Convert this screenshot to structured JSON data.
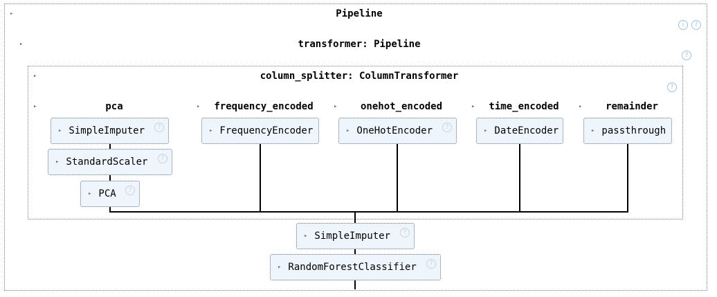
{
  "pipeline": {
    "title": "Pipeline",
    "info_glyph": "i",
    "help_glyph": "?"
  },
  "transformer": {
    "title": "transformer: Pipeline",
    "help_glyph": "?"
  },
  "column_splitter": {
    "title": "column_splitter: ColumnTransformer",
    "help_glyph": "?"
  },
  "branches": [
    {
      "name": "pca",
      "steps": [
        "SimpleImputer",
        "StandardScaler",
        "PCA"
      ]
    },
    {
      "name": "frequency_encoded",
      "steps": [
        "FrequencyEncoder"
      ]
    },
    {
      "name": "onehot_encoded",
      "steps": [
        "OneHotEncoder"
      ]
    },
    {
      "name": "time_encoded",
      "steps": [
        "DateEncoder"
      ]
    },
    {
      "name": "remainder",
      "steps": [
        "passthrough"
      ]
    }
  ],
  "post_steps": [
    "SimpleImputer",
    "RandomForestClassifier"
  ],
  "glyphs": {
    "expand": "▸",
    "help": "?"
  },
  "colors": {
    "estimator_bg": "#eef5fc",
    "border": "#7a7a7a",
    "help_icon": "#9ec1e2"
  }
}
